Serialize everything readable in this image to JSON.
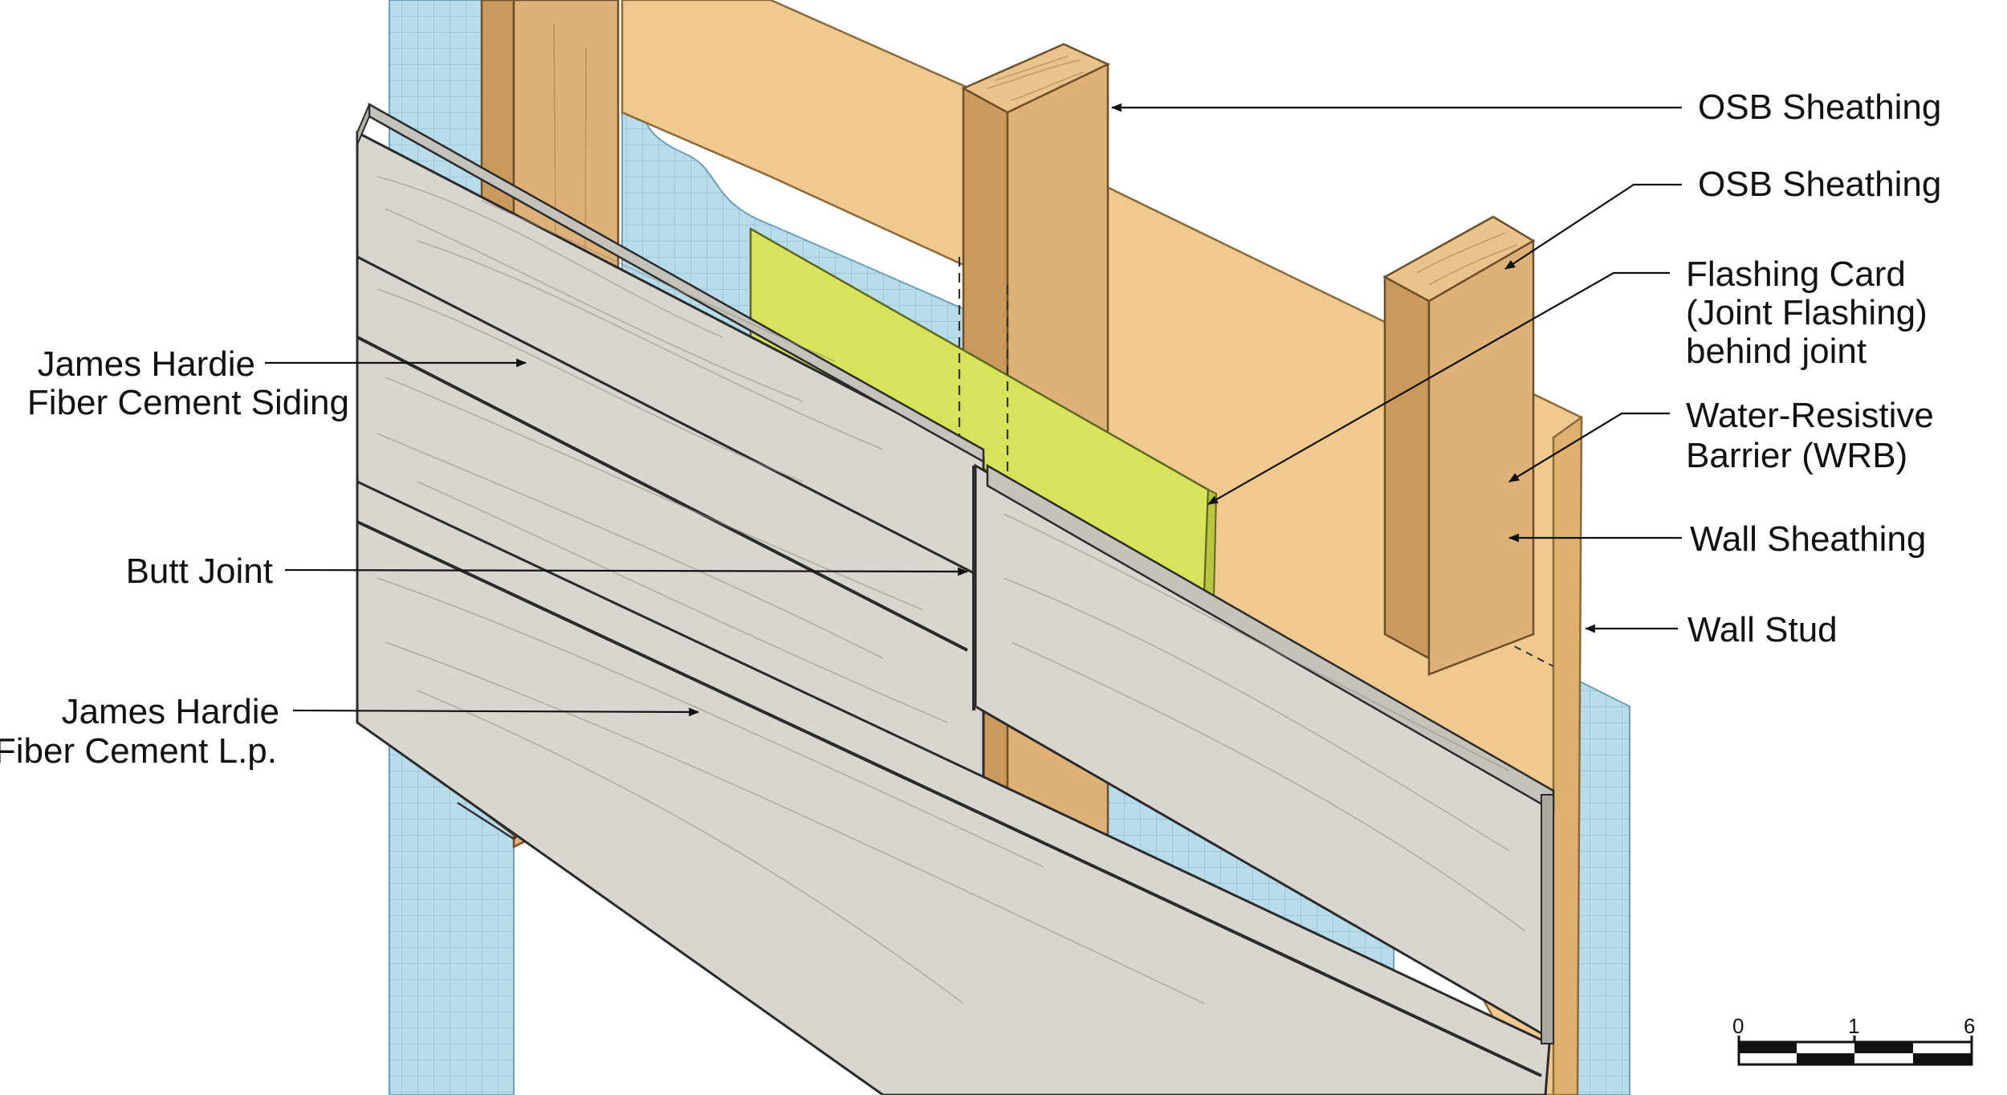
{
  "diagram": {
    "labels_right": {
      "osb_top": "OSB Sheathing",
      "osb_second": "OSB Sheathing",
      "flashing_card": [
        "Flashing Card",
        "(Joint Flashing)",
        "behind joint"
      ],
      "wrb": [
        "Water-Resistive",
        "Barrier (WRB)"
      ],
      "wall_sheathing": "Wall Sheathing",
      "wall_stud": "Wall Stud"
    },
    "labels_left": {
      "siding": [
        "James Hardie",
        "Fiber Cement Siding"
      ],
      "butt_joint": "Butt Joint",
      "lap": [
        "James Hardie",
        "Fiber Cement L.p."
      ]
    },
    "scale_bar": {
      "ticks": [
        "0",
        "1",
        "6"
      ]
    },
    "colors": {
      "wrb_blue": "#b9dcea",
      "wrb_grid": "#8fc0d6",
      "sheathing_tan": "#f0c990",
      "stud_wood": "#deb179",
      "stud_dark": "#c99a5c",
      "siding_gray": "#d8d6cf",
      "flashing_green": "#d7e35a",
      "ink": "#111111"
    }
  }
}
